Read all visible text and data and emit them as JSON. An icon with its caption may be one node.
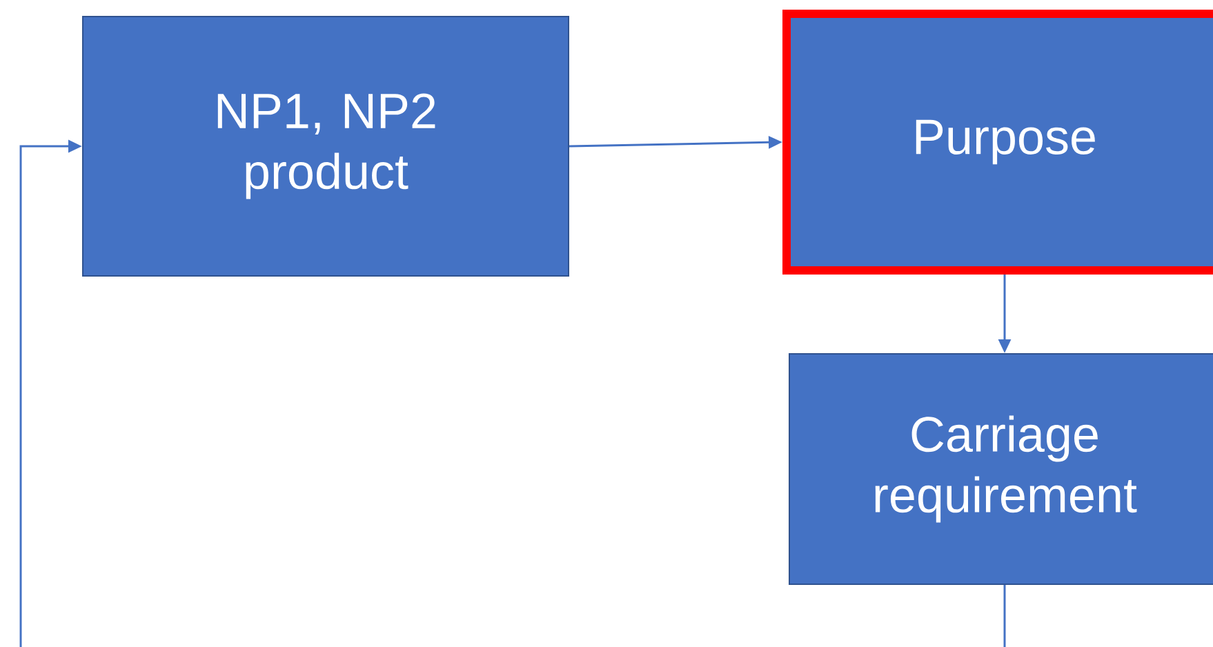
{
  "diagram": {
    "nodes": [
      {
        "text": [
          "NP1, NP2 product"
        ]
      },
      {
        "text": [
          "Purpose"
        ]
      },
      {
        "text": [
          "Carriage requirement"
        ]
      }
    ],
    "edges": [
      {
        "from": null,
        "to": 0,
        "arrow": "to"
      },
      {
        "from": 0,
        "to": 1,
        "arrow": "to"
      },
      {
        "from": 1,
        "to": 2,
        "arrow": "to"
      },
      {
        "from": 2,
        "to": null,
        "arrow": "none"
      }
    ]
  }
}
